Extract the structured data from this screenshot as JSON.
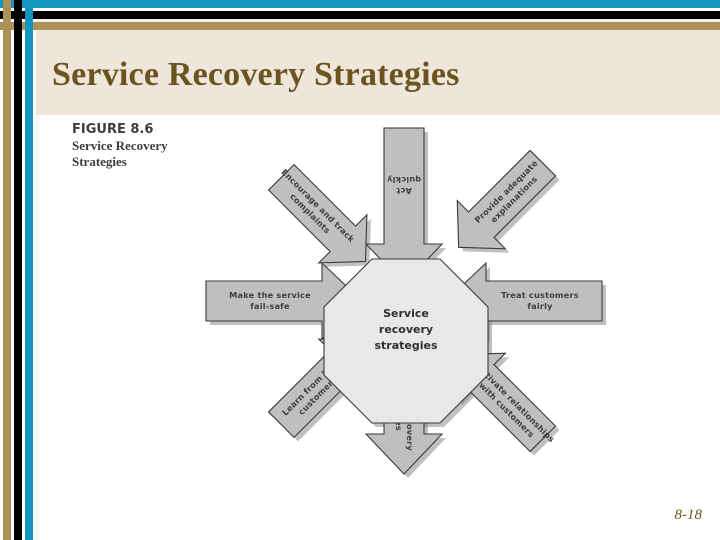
{
  "slide": {
    "title": "Service Recovery Strategies",
    "page_number": "8-18",
    "colors": {
      "accent_blue": "#1395bf",
      "accent_black": "#000000",
      "accent_tan": "#ad9257",
      "header_cream": "#eee6db",
      "title_brown": "#6b5420",
      "shape_gray": "#bfbfbf",
      "center_gray": "#e8e8e8"
    }
  },
  "figure": {
    "number_label": "FIGURE 8.6",
    "caption_line1": "Service Recovery",
    "caption_line2": "Strategies",
    "center": {
      "line1": "Service",
      "line2": "recovery",
      "line3": "strategies"
    },
    "arrows": [
      {
        "id": "act-quickly",
        "position": "top",
        "line1": "Act",
        "line2": "quickly"
      },
      {
        "id": "encourage-and-track-complaints",
        "position": "top-left",
        "line1": "Encourage and track",
        "line2": "complaints"
      },
      {
        "id": "provide-adequate-explanations",
        "position": "top-right",
        "line1": "Provide adequate",
        "line2": "explanations"
      },
      {
        "id": "make-the-service-fail-safe",
        "position": "left",
        "line1": "Make the service",
        "line2": "fail-safe"
      },
      {
        "id": "treat-customers-fairly",
        "position": "right",
        "line1": "Treat customers",
        "line2": "fairly"
      },
      {
        "id": "learn-from-lost-customers",
        "position": "bottom-left",
        "line1": "Learn from lost",
        "line2": "customers"
      },
      {
        "id": "learn-from-recovery-experiences",
        "position": "bottom",
        "line1": "Learn from recovery",
        "line2": "experiences"
      },
      {
        "id": "cultivate-relationships-with-customers",
        "position": "bottom-right",
        "line1": "Cultivate relationships",
        "line2": "with customers"
      }
    ]
  }
}
